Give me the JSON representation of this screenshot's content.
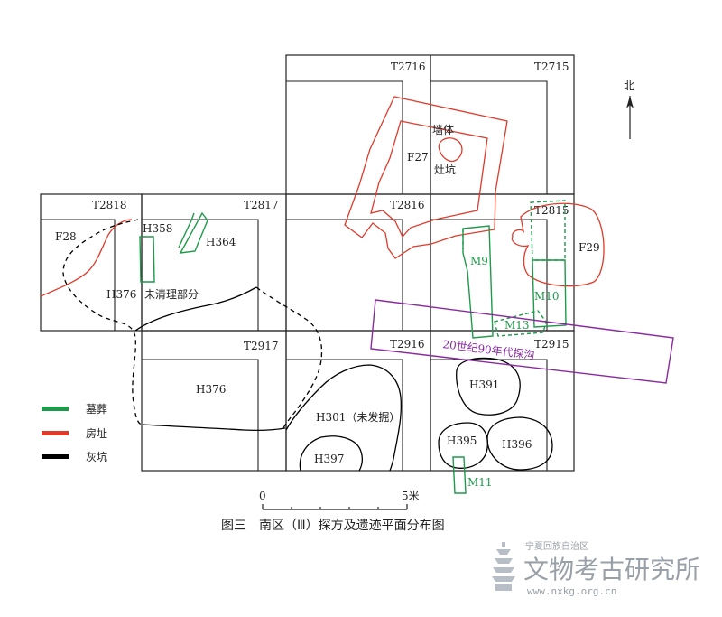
{
  "squares": {
    "t2716": "T2716",
    "t2715": "T2715",
    "t2818": "T2818",
    "t2817": "T2817",
    "t2816": "T2816",
    "t2815": "T2815",
    "t2917": "T2917",
    "t2916": "T2916",
    "t2915": "T2915"
  },
  "features": {
    "wall": "墙体",
    "stove_pit": "灶坑",
    "f27": "F27",
    "f28": "F28",
    "f29": "F29",
    "h358": "H358",
    "h364": "H364",
    "h376_upper": "H376",
    "uncleared": "未清理部分",
    "h376_lower": "H376",
    "h301": "H301（未发掘）",
    "h397": "H397",
    "h391": "H391",
    "h395": "H395",
    "h396": "H396",
    "m9": "M9",
    "m10": "M10",
    "m11": "M11",
    "m13": "M13",
    "trench_90s": "20世纪90年代探沟"
  },
  "north": "北",
  "legend": [
    {
      "label": "墓葬",
      "color": "#1f9a4a"
    },
    {
      "label": "房址",
      "color": "#e03a2a"
    },
    {
      "label": "灰坑",
      "color": "#000000"
    }
  ],
  "scale": {
    "start": "0",
    "end": "5米"
  },
  "caption": "图三　南区（Ⅲ）探方及遗迹平面分布图",
  "watermark": {
    "line1": "宁夏回族自治区",
    "line2": "文物考古研究所",
    "url": "www.nxkg.org.cn"
  },
  "colors": {
    "tomb": "#1f9a4a",
    "house": "#e03a2a",
    "pit": "#000000",
    "trench": "#8a2aa0"
  }
}
